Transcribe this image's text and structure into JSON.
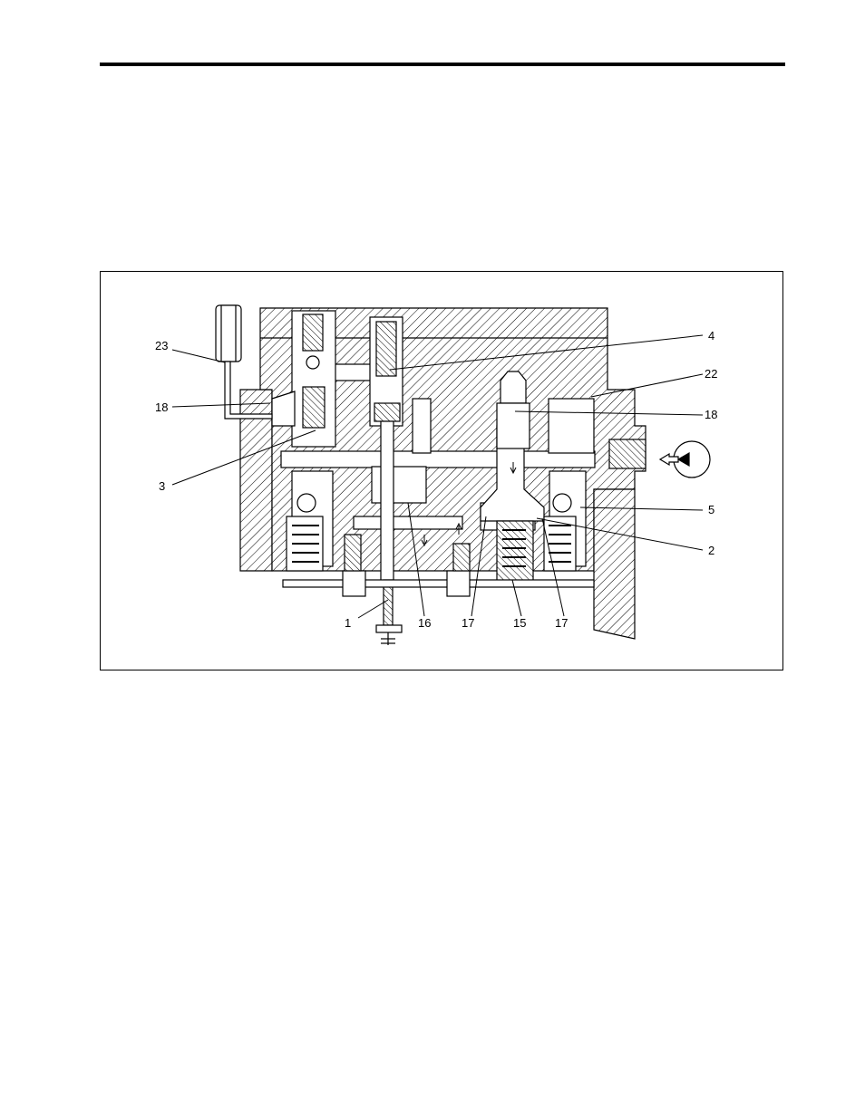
{
  "figure": {
    "callouts": [
      {
        "id": "c1",
        "text": "1"
      },
      {
        "id": "c2",
        "text": "2"
      },
      {
        "id": "c3",
        "text": "3"
      },
      {
        "id": "c4",
        "text": "4"
      },
      {
        "id": "c5",
        "text": "5"
      },
      {
        "id": "c15",
        "text": "15"
      },
      {
        "id": "c16",
        "text": "16"
      },
      {
        "id": "c17a",
        "text": "17"
      },
      {
        "id": "c17b",
        "text": "17"
      },
      {
        "id": "c18a",
        "text": "18"
      },
      {
        "id": "c18b",
        "text": "18"
      },
      {
        "id": "c22",
        "text": "22"
      },
      {
        "id": "c23",
        "text": "23"
      }
    ]
  }
}
